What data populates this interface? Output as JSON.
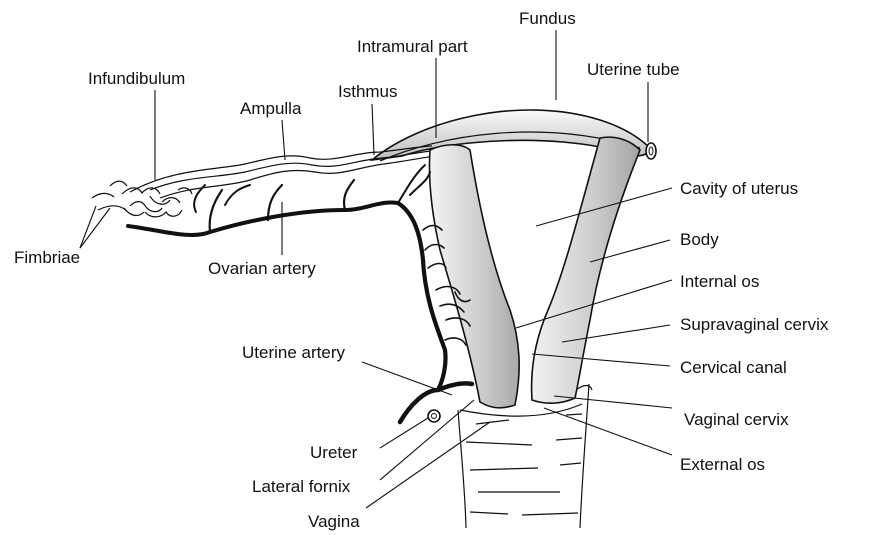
{
  "labels": {
    "fundus": "Fundus",
    "uterine_tube": "Uterine tube",
    "intramural_part": "Intramural part",
    "isthmus": "Isthmus",
    "infundibulum": "Infundibulum",
    "ampulla": "Ampulla",
    "fimbriae": "Fimbriae",
    "ovarian_artery": "Ovarian artery",
    "cavity_of_uterus": "Cavity of uterus",
    "body": "Body",
    "internal_os": "Internal os",
    "supravaginal_cervix": "Supravaginal cervix",
    "cervical_canal": "Cervical canal",
    "vaginal_cervix": "Vaginal cervix",
    "external_os": "External os",
    "uterine_artery": "Uterine artery",
    "ureter": "Ureter",
    "lateral_fornix": "Lateral fornix",
    "vagina": "Vagina"
  }
}
